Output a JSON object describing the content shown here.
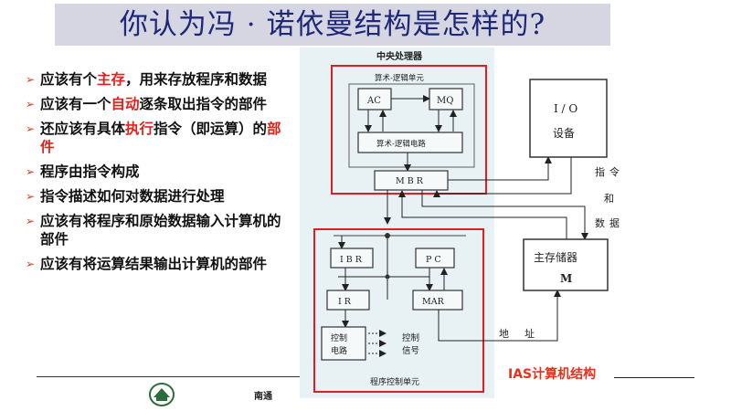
{
  "title": "你认为冯 · 诺依曼结构是怎样的?",
  "bullets": [
    {
      "parts": [
        "应该有个",
        "主存",
        "，用来存放程序和数据"
      ]
    },
    {
      "parts": [
        "应该有一个",
        "自动",
        "逐条取出指令的部件"
      ]
    },
    {
      "parts": [
        "还应该有具体",
        "执行",
        "指令（即运算）的",
        "部件"
      ]
    },
    {
      "parts": [
        "程序由指令构成"
      ]
    },
    {
      "parts": [
        "指令描述如何对数据进行处理"
      ]
    },
    {
      "parts": [
        "应该有将程序和原始数据输入计算机的部件"
      ]
    },
    {
      "parts": [
        "应该有将运算结果输出计算机的部件"
      ]
    }
  ],
  "diagram": {
    "cpu_label": "中央处理器",
    "alu_unit_label": "算术-逻辑单元",
    "ac": "AC",
    "mq": "MQ",
    "alu_circuit": "算术-逻辑电路",
    "mbr": "M B R",
    "ibr": "I B R",
    "pc": "P C",
    "ir": "I R",
    "mar": "MAR",
    "ctrl_circuit_1": "控制",
    "ctrl_circuit_2": "电路",
    "ctrl_signal_1": "控制",
    "ctrl_signal_2": "信号",
    "pcu_label": "程序控制单元",
    "io_1": "I / O",
    "io_2": "设备",
    "instr_1": "指",
    "instr_2": "令",
    "instr_3": "和",
    "instr_4": "数",
    "instr_5": "据",
    "mem_1": "主存储器",
    "mem_2": "M",
    "addr_1": "地",
    "addr_2": "址"
  },
  "caption": "IAS计算机结构",
  "footer": "南通",
  "colors": {
    "title": "#1e2878",
    "accent_red": "#e3201b",
    "box_red": "#e31b23"
  }
}
